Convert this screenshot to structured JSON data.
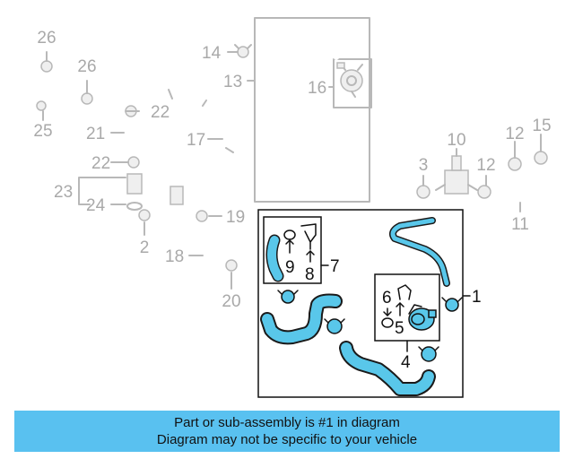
{
  "banner": {
    "line1": "Part or sub-assembly is #1 in diagram",
    "line2": "Diagram may not be specific to your vehicle"
  },
  "callouts": {
    "c26a": "26",
    "c26b": "26",
    "c25": "25",
    "c22a": "22",
    "c21": "21",
    "c22b": "22",
    "c23": "23",
    "c24": "24",
    "c2": "2",
    "c18": "18",
    "c20": "20",
    "c19": "19",
    "c17": "17",
    "c14": "14",
    "c13": "13",
    "c16": "16",
    "c3": "3",
    "c10": "10",
    "c12a": "12",
    "c12b": "12",
    "c15": "15",
    "c11": "11",
    "c1": "1",
    "c7": "7",
    "c9": "9",
    "c8": "8",
    "c6": "6",
    "c5": "5",
    "c4": "4"
  },
  "colors": {
    "highlight": "#59c7ea",
    "banner": "#59c1f0",
    "ghost": "#b8b8b8"
  }
}
